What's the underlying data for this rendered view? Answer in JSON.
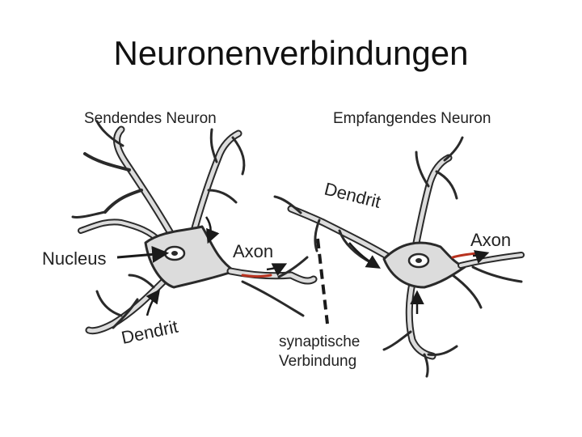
{
  "slide": {
    "title": "Neuronenverbindungen"
  },
  "diagram": {
    "labels": {
      "sending_neuron": "Sendendes Neuron",
      "receiving_neuron": "Empfangendes Neuron",
      "nucleus": "Nucleus",
      "axon_left": "Axon",
      "axon_right": "Axon",
      "dendrite_bottom": "Dendrit",
      "dendrite_top": "Dendrit",
      "synapse_line1": "synaptische",
      "synapse_line2": "Verbindung"
    },
    "colors": {
      "cell_body": "#dcdcdc",
      "outline": "#2a2a2a",
      "axon_highlight": "#b8321f",
      "arrow": "#1a1a1a",
      "dendrite_arrow": "#3a4a70"
    }
  }
}
